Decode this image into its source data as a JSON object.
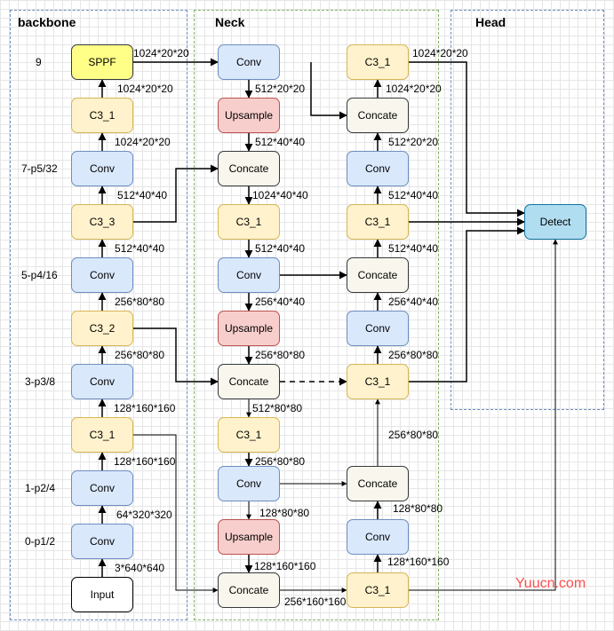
{
  "sections": {
    "backbone": "backbone",
    "neck": "Neck",
    "head": "Head"
  },
  "stages": {
    "s9": "9",
    "s7": "7-p5/32",
    "s5": "5-p4/16",
    "s3": "3-p3/8",
    "s1": "1-p2/4",
    "s0": "0-p1/2"
  },
  "nodes": {
    "b_sppf": "SPPF",
    "b_c3_1": "C3_1",
    "b_conv_7": "Conv",
    "b_c3_3": "C3_3",
    "b_conv_5": "Conv",
    "b_c3_2": "C3_2",
    "b_conv_3": "Conv",
    "b_c3_1b": "C3_1",
    "b_conv_1": "Conv",
    "b_conv_0": "Conv",
    "b_input": "Input",
    "n1_conv": "Conv",
    "n1_up": "Upsample",
    "n1_cat": "Concate",
    "n1_c3": "C3_1",
    "n1_conv2": "Conv",
    "n1_up2": "Upsample",
    "n1_cat2": "Concate",
    "n1_c3b": "C3_1",
    "n1_conv3": "Conv",
    "n1_up3": "Upsample",
    "n1_cat3": "Concate",
    "n2_c3top": "C3_1",
    "n2_cat": "Concate",
    "n2_conv": "Conv",
    "n2_c3": "C3_1",
    "n2_cat2": "Concate",
    "n2_conv2": "Conv",
    "n2_c3b": "C3_1",
    "n2_cat3": "Concate",
    "n2_conv3": "Conv",
    "n2_c3c": "C3_1",
    "detect": "Detect"
  },
  "labels": {
    "l1": "1024*20*20",
    "l2": "1024*20*20",
    "l3": "1024*20*20",
    "l4": "512*40*40",
    "l5": "512*40*40",
    "l6": "256*80*80",
    "l7": "256*80*80",
    "l8": "128*160*160",
    "l9": "128*160*160",
    "l10": "64*320*320",
    "l11": "3*640*640",
    "l12": "512*20*20",
    "l13": "512*40*40",
    "l14": "1024*40*40",
    "l15": "512*40*40",
    "l16": "256*40*40",
    "l17": "256*80*80",
    "l18": "512*80*80",
    "l19": "256*80*80",
    "l20": "128*80*80",
    "l21": "128*160*160",
    "l22": "256*160*160",
    "l23": "1024*20*20",
    "l24": "1024*20*20",
    "l25": "512*20*20",
    "l26": "512*40*40",
    "l27": "512*40*40",
    "l28": "256*40*40",
    "l29": "256*80*80",
    "l30": "256*80*80",
    "l31": "128*80*80",
    "l32": "128*160*160"
  },
  "watermark": "Yuucn.com"
}
